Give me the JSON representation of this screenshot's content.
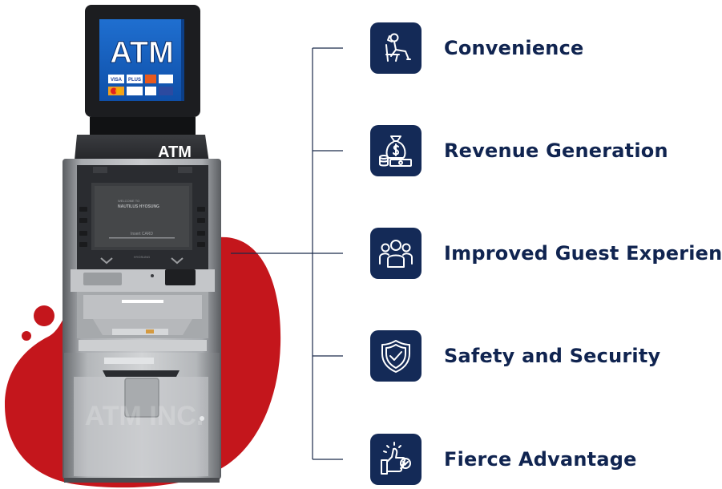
{
  "atm": {
    "topper_text": "ATM",
    "header_text": "ATM",
    "card_logos": [
      "VISA",
      "PLUS",
      "Mastercard",
      "Maestro",
      "Cirrus",
      "Discover"
    ],
    "screen_line1": "WELCOME TO",
    "screen_line2": "NAUTILUS HYOSUNG",
    "screen_prompt": "Insert CARD",
    "watermark": "ATM INC.",
    "brand_label": "HYOSUNG"
  },
  "features": [
    {
      "label": "Convenience",
      "icon": "person-relaxing-icon"
    },
    {
      "label": "Revenue Generation",
      "icon": "money-bag-icon"
    },
    {
      "label": "Improved Guest Experience",
      "icon": "group-people-icon"
    },
    {
      "label": "Safety and Security",
      "icon": "shield-check-icon"
    },
    {
      "label": "Fierce Advantage",
      "icon": "thumbs-up-icon"
    }
  ],
  "colors": {
    "accent_red": "#c4161c",
    "navy": "#142a57",
    "text_navy": "#102450"
  }
}
